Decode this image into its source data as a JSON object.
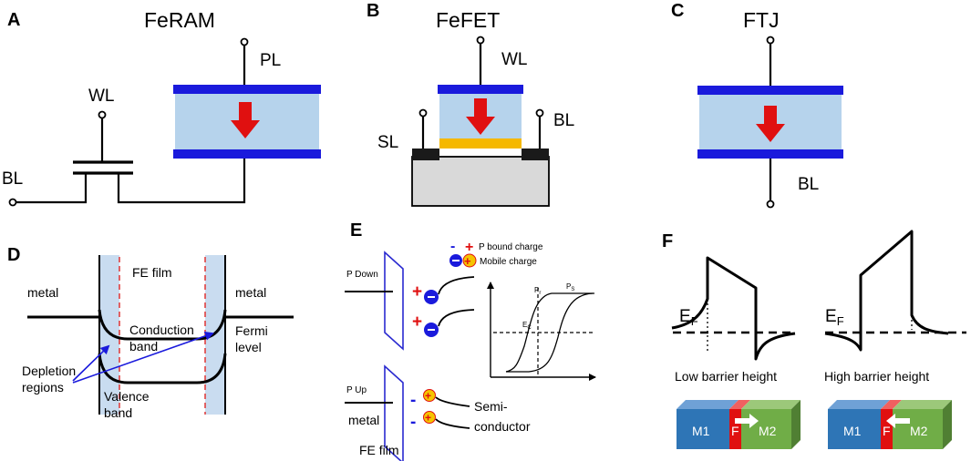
{
  "panels": {
    "A": {
      "letter": "A",
      "title": "FeRAM",
      "bl": "BL",
      "wl": "WL",
      "pl": "PL"
    },
    "B": {
      "letter": "B",
      "title": "FeFET",
      "wl": "WL",
      "sl": "SL",
      "bl": "BL"
    },
    "C": {
      "letter": "C",
      "title": "FTJ",
      "bl": "BL"
    },
    "D": {
      "letter": "D",
      "fe_film": "FE film",
      "metal_left": "metal",
      "metal_right": "metal",
      "conduction_1": "Conduction",
      "conduction_2": "band",
      "fermi_1": "Fermi",
      "fermi_2": "level",
      "depletion_1": "Depletion",
      "depletion_2": "regions",
      "valence_1": "Valence",
      "valence_2": "band"
    },
    "E": {
      "letter": "E",
      "p_down": "P Down",
      "p_up": "P Up",
      "bound_charge": "P bound charge",
      "mobile_charge": "Mobile charge",
      "metal": "metal",
      "semi_1": "Semi-",
      "semi_2": "conductor",
      "fe_film": "FE film",
      "pr": "Pr",
      "ps": "Ps",
      "ec": "Ec"
    },
    "F": {
      "letter": "F",
      "ef_left": "EF",
      "ef_right": "EF",
      "low_barrier": "Low barrier height",
      "high_barrier": "High barrier height",
      "m1": "M1",
      "f": "F",
      "m2": "M2"
    }
  },
  "colors": {
    "electrode": "#1a1adc",
    "ferro_fill": "#b6d3ec",
    "arrow": "#e01010",
    "gate_oxide": "#f5b800",
    "substrate": "#d9d9d9",
    "depletion": "#c9dcf0",
    "dashed_red": "#e04040",
    "block_blue": "#2e75b6",
    "block_red": "#e01010",
    "block_green": "#70ad47"
  }
}
